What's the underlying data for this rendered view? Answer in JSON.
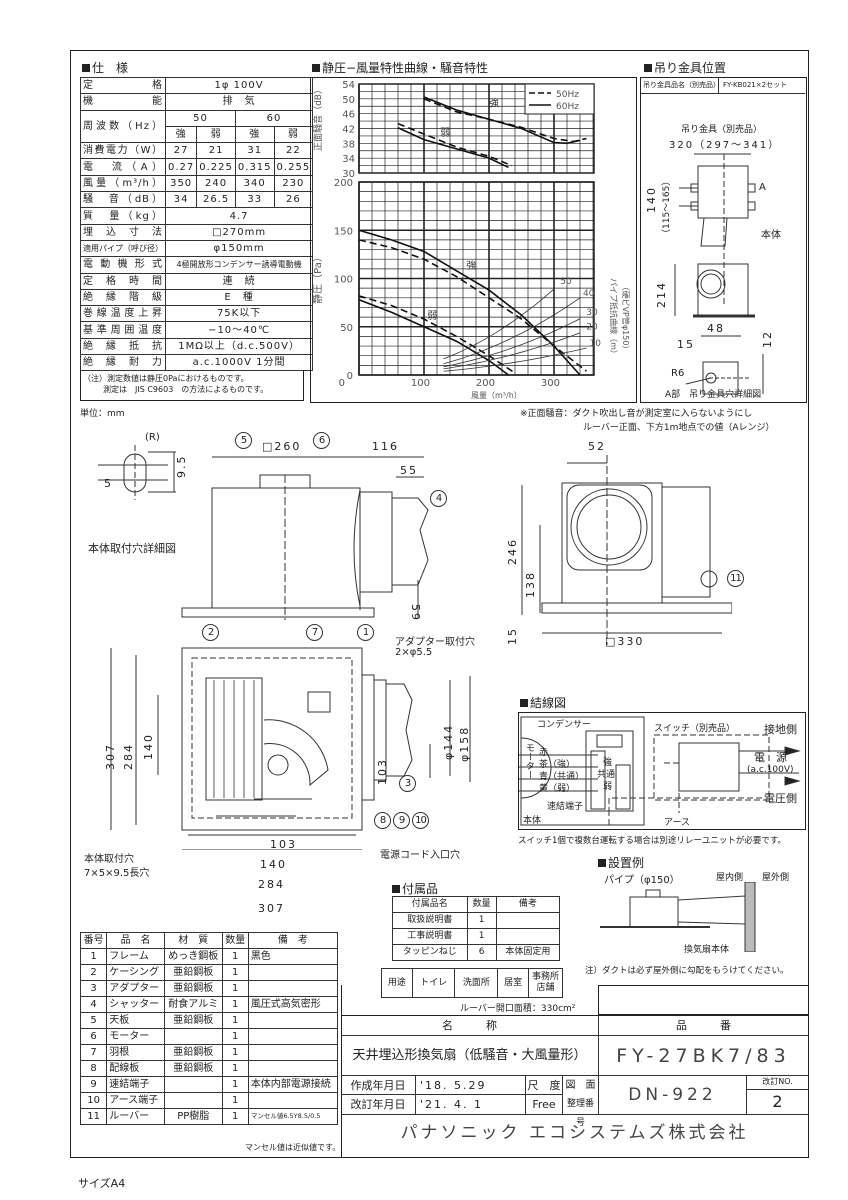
{
  "spec": {
    "title": "仕　様",
    "rows": [
      {
        "label": "定　格",
        "values": [
          "1φ 100V"
        ]
      },
      {
        "label": "機　能",
        "values": [
          "排　気"
        ]
      },
      {
        "label": "周波数（Hz）",
        "values": [
          "50",
          "60"
        ]
      },
      {
        "label": "",
        "values": [
          "強",
          "弱",
          "強",
          "弱"
        ]
      },
      {
        "label": "消費電力（W）",
        "values": [
          "27",
          "21",
          "31",
          "22"
        ]
      },
      {
        "label": "電　流（A）",
        "values": [
          "0.27",
          "0.225",
          "0.315",
          "0.255"
        ]
      },
      {
        "label": "風量（m³/h）",
        "values": [
          "350",
          "240",
          "340",
          "230"
        ]
      },
      {
        "label": "騒　音（dB）",
        "values": [
          "34",
          "26.5",
          "33",
          "26"
        ]
      },
      {
        "label": "質　量（kg）",
        "values": [
          "4.7"
        ]
      },
      {
        "label": "埋込寸法",
        "values": [
          "□270mm"
        ]
      },
      {
        "label": "適用パイプ（呼び径）",
        "values": [
          "φ150mm"
        ]
      },
      {
        "label": "電動機形式",
        "values": [
          "4極開放形コンデンサー誘導電動機"
        ]
      },
      {
        "label": "定格時間",
        "values": [
          "連　続"
        ]
      },
      {
        "label": "絶縁階級",
        "values": [
          "E　種"
        ]
      },
      {
        "label": "巻線温度上昇",
        "values": [
          "75K以下"
        ]
      },
      {
        "label": "基準周囲温度",
        "values": [
          "−10〜40℃"
        ]
      },
      {
        "label": "絶縁抵抗",
        "values": [
          "1MΩ以上（d.c.500V）"
        ]
      },
      {
        "label": "絶縁耐力",
        "values": [
          "a.c.1000V 1分間"
        ]
      }
    ],
    "note1": "（注）測定数値は静圧0Paにおけるものです。",
    "note2": "測定は　JIS C9603　の方法によるものです。"
  },
  "chart_data": {
    "type": "line",
    "title": "静圧−風量特性曲線・騒音特性",
    "xlabel": "風量（m³/h）",
    "xticks": [
      "0",
      "100",
      "200",
      "300"
    ],
    "xlim": [
      0,
      360
    ],
    "noise": {
      "ylabel": "正面騒音（dB）",
      "ylim": [
        30,
        54
      ],
      "yticks": [
        "30",
        "34",
        "38",
        "42",
        "46",
        "50",
        "54"
      ],
      "series": [
        {
          "name": "60Hz 強",
          "style": "solid",
          "x": [
            100,
            150,
            200,
            250,
            300,
            320,
            340
          ],
          "y": [
            50.5,
            47,
            44.5,
            42,
            38.2,
            38,
            38.8
          ]
        },
        {
          "name": "50Hz 強",
          "style": "dashed",
          "x": [
            100,
            150,
            200,
            250,
            300,
            330,
            350
          ],
          "y": [
            50,
            46.5,
            44.5,
            42.3,
            39.3,
            38.5,
            39.3
          ]
        },
        {
          "name": "60Hz 弱",
          "style": "solid",
          "x": [
            60,
            100,
            150,
            200,
            230
          ],
          "y": [
            42.2,
            39,
            36.5,
            34,
            31.5
          ]
        },
        {
          "name": "50Hz 弱",
          "style": "dashed",
          "x": [
            60,
            100,
            150,
            200,
            235
          ],
          "y": [
            43.3,
            40.5,
            37,
            34.5,
            32
          ]
        }
      ],
      "labels": [
        "強",
        "弱"
      ]
    },
    "pressure": {
      "ylabel": "静圧（Pa）",
      "ylim": [
        0,
        200
      ],
      "yticks": [
        "0",
        "50",
        "100",
        "150",
        "200"
      ],
      "series": [
        {
          "name": "60Hz 強",
          "style": "solid",
          "x": [
            0,
            50,
            100,
            150,
            200,
            250,
            300,
            340
          ],
          "y": [
            150,
            140,
            128,
            108,
            88,
            62,
            30,
            0
          ]
        },
        {
          "name": "50Hz 強",
          "style": "dashed",
          "x": [
            0,
            50,
            100,
            150,
            200,
            250,
            300,
            350
          ],
          "y": [
            140,
            132,
            120,
            102,
            80,
            58,
            30,
            4
          ]
        },
        {
          "name": "60Hz 弱",
          "style": "solid",
          "x": [
            0,
            50,
            100,
            150,
            200,
            230
          ],
          "y": [
            78,
            65,
            50,
            35,
            15,
            0
          ]
        },
        {
          "name": "50Hz 弱",
          "style": "dashed",
          "x": [
            0,
            50,
            100,
            150,
            200,
            240
          ],
          "y": [
            82,
            72,
            58,
            40,
            20,
            2
          ]
        }
      ],
      "labels": [
        "強",
        "弱"
      ]
    },
    "pipe_resistance": {
      "label": "パイプ抵抗曲線（m）",
      "sublabel": "（硬ビVP管φ150）",
      "curves": [
        {
          "length": "10",
          "end": [
            350,
            28
          ]
        },
        {
          "length": "20",
          "end": [
            345,
            45
          ]
        },
        {
          "length": "30",
          "end": [
            345,
            60
          ]
        },
        {
          "length": "40",
          "end": [
            340,
            80
          ]
        },
        {
          "length": "50",
          "end": [
            305,
            92
          ]
        }
      ]
    },
    "legend": [
      {
        "label": "50Hz",
        "style": "dashed"
      },
      {
        "label": "60Hz",
        "style": "solid"
      }
    ],
    "legend_position": "top-right"
  },
  "hanger": {
    "title": "吊り金具位置",
    "name_label": "吊り金具品名（別売品）",
    "name_value": "FY-KB021×2セット",
    "part_label": "吊り金具（別売品）",
    "dim_w": "320（297〜341）",
    "dim_h": "140",
    "dim_h2": "（115〜165）",
    "dim_214": "214",
    "dim_48": "48",
    "dim_15": "15",
    "dim_12": "12",
    "r6": "R6",
    "a": "A",
    "body": "本体",
    "detail": "A部　吊り金具穴詳細図"
  },
  "unit": "単位：mm",
  "front_note1": "※正面騒音：ダクト吹出し音が測定室に入らないようにし",
  "front_note2": "ルーバー正面、下方1m地点での値（Aレンジ）",
  "drawings": {
    "hole_detail": "本体取付穴詳細図",
    "r": "(R)",
    "d95": "9.5",
    "d5": "5",
    "sq260": "□260",
    "d116": "116",
    "d55": "55",
    "d59": "59",
    "adapter_hole": "アダプター取付穴",
    "adapter_hole2": "2×φ5.5",
    "d246": "246",
    "d138": "138",
    "d15": "15",
    "sq330": "□330",
    "d52": "52",
    "d307": "307",
    "d284": "284",
    "d140": "140",
    "d144": "φ144",
    "d158": "φ158",
    "d103": "103",
    "body_hole": "本体取付穴",
    "body_hole2": "7×5×9.5長穴",
    "cord": "電源コード入口穴",
    "marks": [
      "1",
      "2",
      "3",
      "4",
      "5",
      "6",
      "7",
      "8",
      "9",
      "10",
      "11"
    ]
  },
  "wiring": {
    "title": "結線図",
    "capacitor": "コンデンサー",
    "motor": "モーター",
    "red": "赤",
    "brown": "茶（強）",
    "blue": "青（共通）",
    "yellow": "黄（弱）",
    "strong": "強",
    "common": "共通",
    "weak": "弱",
    "terminal": "速結端子",
    "body": "本体",
    "switch": "スイッチ（別売品）",
    "ground_side": "接地側",
    "power": "電　源",
    "power_v": "(a.c.100V)",
    "voltage_side": "電圧側",
    "earth": "アース",
    "note": "スイッチ1個で複数台運転する場合は別途リレーユニットが必要です。"
  },
  "install": {
    "title": "設置例",
    "pipe": "パイプ（φ150）",
    "indoor": "屋内側",
    "outdoor": "屋外側",
    "body": "換気扇本体",
    "note": "注）ダクトは必ず屋外側に勾配をもうけてください。"
  },
  "accessories": {
    "title": "付属品",
    "headers": [
      "付属品名",
      "数量",
      "備考"
    ],
    "rows": [
      [
        "取扱説明書",
        "1",
        ""
      ],
      [
        "工事説明書",
        "1",
        ""
      ],
      [
        "タッピンねじ",
        "6",
        "本体固定用"
      ]
    ]
  },
  "usage": {
    "label": "用途",
    "items": [
      "トイレ",
      "洗面所",
      "居室",
      "事務所店舗"
    ]
  },
  "louver_area": "ルーバー開口面積：330cm²",
  "parts": {
    "headers": [
      "番号",
      "品　名",
      "材　質",
      "数量",
      "備　考"
    ],
    "rows": [
      [
        "1",
        "フレーム",
        "めっき鋼板",
        "1",
        "黒色"
      ],
      [
        "2",
        "ケーシング",
        "亜鉛鋼板",
        "1",
        ""
      ],
      [
        "3",
        "アダプター",
        "亜鉛鋼板",
        "1",
        ""
      ],
      [
        "4",
        "シャッター",
        "耐食アルミ",
        "1",
        "風圧式高気密形"
      ],
      [
        "5",
        "天板",
        "亜鉛鋼板",
        "1",
        ""
      ],
      [
        "6",
        "モーター",
        "",
        "1",
        ""
      ],
      [
        "7",
        "羽根",
        "亜鉛鋼板",
        "1",
        ""
      ],
      [
        "8",
        "配線板",
        "亜鉛鋼板",
        "1",
        ""
      ],
      [
        "9",
        "速結端子",
        "",
        "1",
        "本体内部電源接続"
      ],
      [
        "10",
        "アース端子",
        "",
        "1",
        ""
      ],
      [
        "11",
        "ルーバー",
        "PP樹脂",
        "1",
        "マンセル値6.5Y8.5/0.5"
      ]
    ],
    "note": "マンセル値は近似値です。"
  },
  "title_block": {
    "name_header": "名　　　称",
    "number_header": "品　　　番",
    "name": "天井埋込形換気扇（低騒音・大風量形）",
    "model": "FY-27BK7/83",
    "created_label": "作成年月日",
    "created": "'18. 5.29",
    "revised_label": "改訂年月日",
    "revised": "'21. 4. 1",
    "scale_label": "尺　度",
    "scale": "Free",
    "drawing_label": "図　面",
    "drawing_label2": "整理番号",
    "drawing_no": "DN-922",
    "rev_label": "改訂NO.",
    "rev": "2",
    "company": "パナソニック エコシステムズ株式会社"
  },
  "paper_size": "サイズA4"
}
